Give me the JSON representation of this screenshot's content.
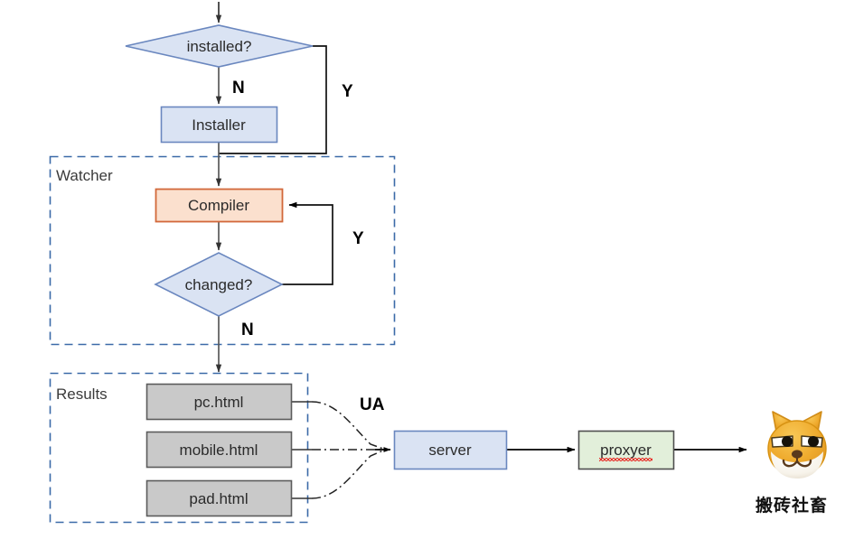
{
  "diagram": {
    "title": "build-watch-serve flowchart",
    "colors": {
      "blue_fill": "#dae3f3",
      "blue_stroke": "#6a87bf",
      "peach_fill": "#fbe0ce",
      "peach_stroke": "#d2683a",
      "gray_fill": "#c9c9c9",
      "gray_stroke": "#5b5b5b",
      "green_fill": "#e2efda",
      "green_stroke": "#4f4f4f",
      "dashed_group_stroke": "#3b6aa8",
      "arrow_stroke": "#595959",
      "dark_arrow_stroke": "#000000",
      "spellcheck_underline": "#e8302a"
    },
    "nodes": {
      "installed_decision": "installed?",
      "installer": "Installer",
      "compiler": "Compiler",
      "changed_decision": "changed?",
      "pc_html": "pc.html",
      "mobile_html": "mobile.html",
      "pad_html": "pad.html",
      "server": "server",
      "proxyer": "proxyer"
    },
    "groups": {
      "watcher": "Watcher",
      "results": "Results"
    },
    "edge_labels": {
      "installed_no": "N",
      "installed_yes": "Y",
      "changed_yes": "Y",
      "changed_no": "N",
      "ua": "UA"
    },
    "mascot": {
      "icon": "shiba-dog-face-icon",
      "caption": "搬砖社畜"
    }
  }
}
